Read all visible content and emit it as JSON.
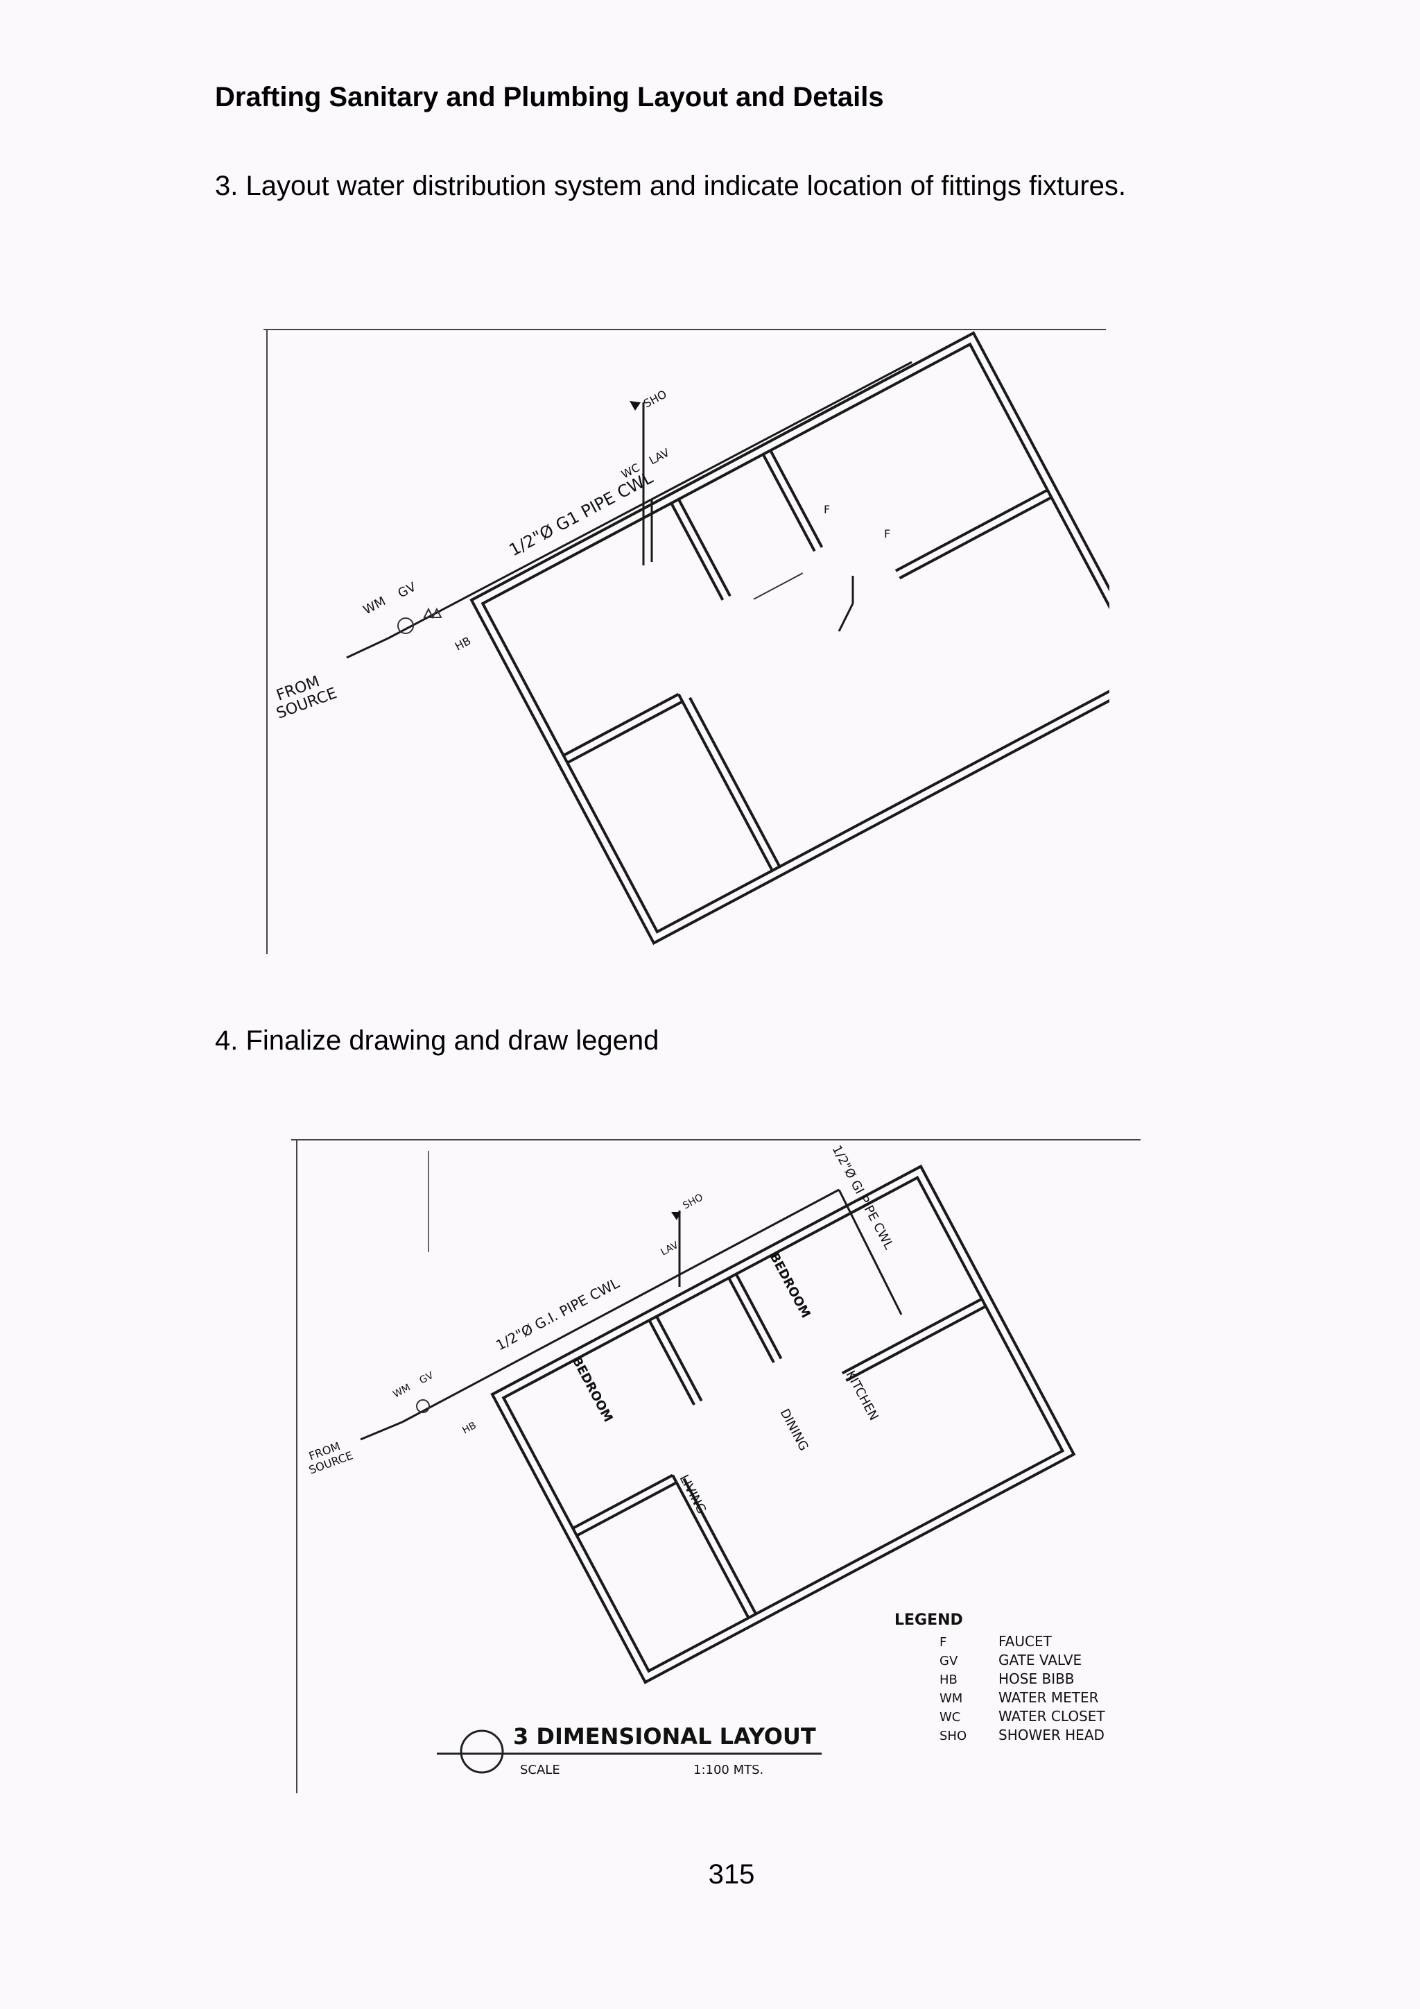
{
  "document": {
    "heading": "Drafting Sanitary and Plumbing Layout and Details",
    "step3": "3. Layout water distribution system and indicate location of fittings fixtures.",
    "step4": "4. Finalize drawing and draw legend",
    "page_number": "315"
  },
  "drawing1": {
    "labels": {
      "source_line1": "FROM",
      "source_line2": "SOURCE",
      "wm": "WM",
      "gv": "GV",
      "hb": "HB",
      "pipe": "1/2\"Ø G1 PIPE CWL",
      "sho": "SHO",
      "lav": "LAV",
      "wc": "WC",
      "f1": "F",
      "f2": "F"
    }
  },
  "drawing2": {
    "labels": {
      "source_line1": "FROM",
      "source_line2": "SOURCE",
      "wm": "WM",
      "gv": "GV",
      "hb": "HB",
      "pipe": "1/2\"Ø G.I. PIPE CWL",
      "pipe2": "1/2\"Ø GI PIPE CWL",
      "sho": "SHO",
      "lav": "LAV",
      "bedroom1": "BEDROOM",
      "bedroom2": "BEDROOM",
      "kitchen": "KITCHEN",
      "dining": "DINING",
      "living": "LIVING",
      "title": "3 DIMENSIONAL LAYOUT",
      "scale_label": "SCALE",
      "scale_value": "1:100 MTS."
    },
    "legend": {
      "title": "LEGEND",
      "items": [
        {
          "symbol": "F",
          "meaning": "FAUCET"
        },
        {
          "symbol": "GV",
          "meaning": "GATE VALVE"
        },
        {
          "symbol": "HB",
          "meaning": "HOSE BIBB"
        },
        {
          "symbol": "WM",
          "meaning": "WATER METER"
        },
        {
          "symbol": "WC",
          "meaning": "WATER CLOSET"
        },
        {
          "symbol": "SHO",
          "meaning": "SHOWER HEAD"
        }
      ]
    }
  }
}
